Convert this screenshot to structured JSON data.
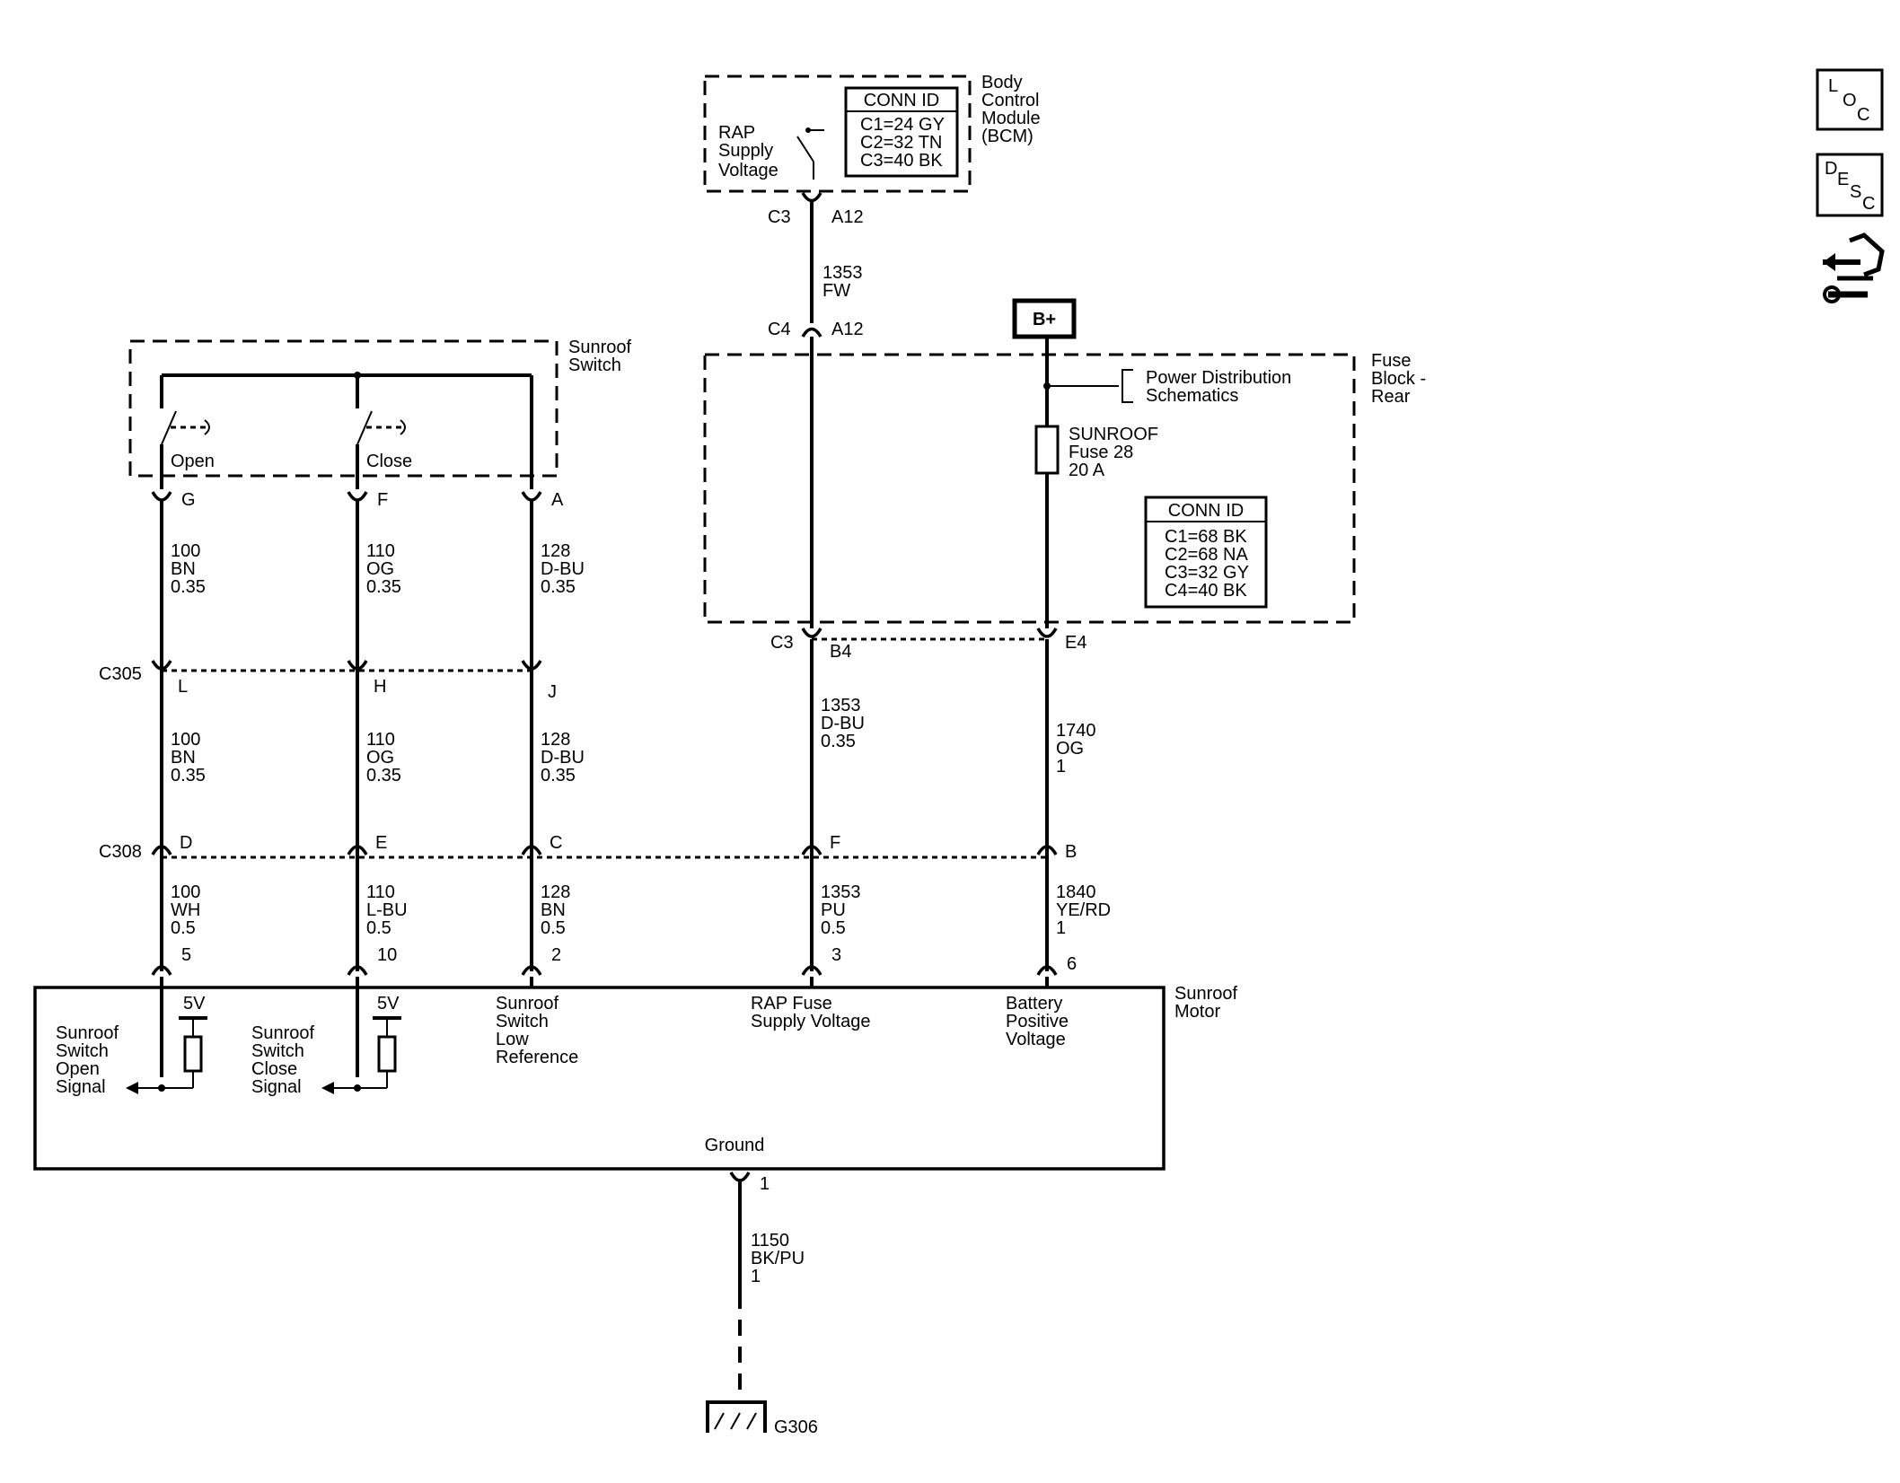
{
  "bcm": {
    "name": [
      "Body",
      "Control",
      "Module",
      "(BCM)"
    ],
    "rap_label": [
      "RAP",
      "Supply",
      "Voltage"
    ],
    "conn_id": {
      "title": "CONN ID",
      "rows": [
        "C1=24 GY",
        "C2=32 TN",
        "C3=40 BK"
      ]
    }
  },
  "bcm_connector": {
    "conn": "C3",
    "pin": "A12"
  },
  "wire_bcm_fuse": [
    "1353",
    "FW"
  ],
  "fuse_connector_top": {
    "conn": "C4",
    "pin": "A12"
  },
  "bplus": "B+",
  "fuse_block": {
    "name": [
      "Fuse",
      "Block -",
      "Rear"
    ],
    "power_dist": [
      "Power Distribution",
      "Schematics"
    ],
    "fuse": [
      "SUNROOF",
      "Fuse 28",
      "20 A"
    ],
    "conn_id": {
      "title": "CONN ID",
      "rows": [
        "C1=68 BK",
        "C2=68 NA",
        "C3=32 GY",
        "C4=40 BK"
      ]
    },
    "bottom_conn": "C3",
    "pin_rap": "B4",
    "pin_batt": "E4"
  },
  "sunroof_switch": {
    "name": [
      "Sunroof",
      "Switch"
    ],
    "open_label": "Open",
    "close_label": "Close",
    "pins": [
      "G",
      "F",
      "A"
    ]
  },
  "wires_upper": [
    [
      "100",
      "BN",
      "0.35"
    ],
    [
      "110",
      "OG",
      "0.35"
    ],
    [
      "128",
      "D-BU",
      "0.35"
    ]
  ],
  "c305": {
    "name": "C305",
    "pins": [
      "L",
      "H",
      "J"
    ]
  },
  "wires_middle": [
    [
      "100",
      "BN",
      "0.35"
    ],
    [
      "110",
      "OG",
      "0.35"
    ],
    [
      "128",
      "D-BU",
      "0.35"
    ],
    [
      "1353",
      "D-BU",
      "0.35"
    ],
    [
      "1740",
      "OG",
      "1"
    ]
  ],
  "c308": {
    "name": "C308",
    "pins": [
      "D",
      "E",
      "C",
      "F",
      "B"
    ]
  },
  "wires_lower": [
    [
      "100",
      "WH",
      "0.5"
    ],
    [
      "110",
      "L-BU",
      "0.5"
    ],
    [
      "128",
      "BN",
      "0.5"
    ],
    [
      "1353",
      "PU",
      "0.5"
    ],
    [
      "1840",
      "YE/RD",
      "1"
    ]
  ],
  "motor": {
    "name": [
      "Sunroof",
      "Motor"
    ],
    "pins": [
      "5",
      "10",
      "2",
      "3",
      "6"
    ],
    "supply_5v": [
      "5V",
      "5V"
    ],
    "open_signal": [
      "Sunroof",
      "Switch",
      "Open",
      "Signal"
    ],
    "close_signal": [
      "Sunroof",
      "Switch",
      "Close",
      "Signal"
    ],
    "low_ref": [
      "Sunroof",
      "Switch",
      "Low",
      "Reference"
    ],
    "rap_fuse": [
      "RAP Fuse",
      "Supply Voltage"
    ],
    "batt": [
      "Battery",
      "Positive",
      "Voltage"
    ],
    "ground_label": "Ground",
    "ground_pin": "1"
  },
  "wire_ground": [
    "1150",
    "BK/PU",
    "1"
  ],
  "ground": "G306",
  "side_icons": {
    "loc": [
      "L",
      "O",
      "C"
    ],
    "desc": [
      "D",
      "E",
      "S",
      "C"
    ]
  }
}
